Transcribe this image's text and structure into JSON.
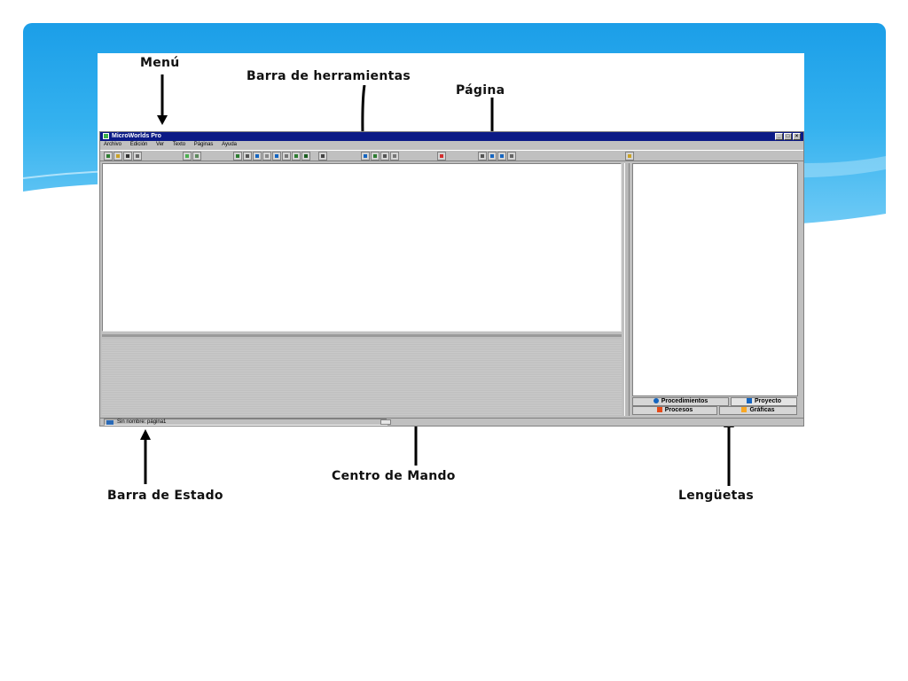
{
  "labels": {
    "menu": "Menú",
    "toolbar": "Barra de herramientas",
    "page": "Página",
    "command_center": "Centro de Mando",
    "status_bar": "Barra de Estado",
    "tabs": "Lengüetas"
  },
  "window": {
    "title": "MicroWorlds Pro"
  },
  "menu": {
    "items": [
      "Archivo",
      "Edición",
      "Ver",
      "Texto",
      "Páginas",
      "Ayuda"
    ]
  },
  "tabs": {
    "procedures": "Procedimientos",
    "project": "Proyecto",
    "processes": "Procesos",
    "graphics": "Gráficas"
  },
  "status": {
    "text": "Sin nombre: página1"
  },
  "colors": {
    "title_bar": "#0b1a86",
    "slide_band": "#1b9ee8"
  }
}
